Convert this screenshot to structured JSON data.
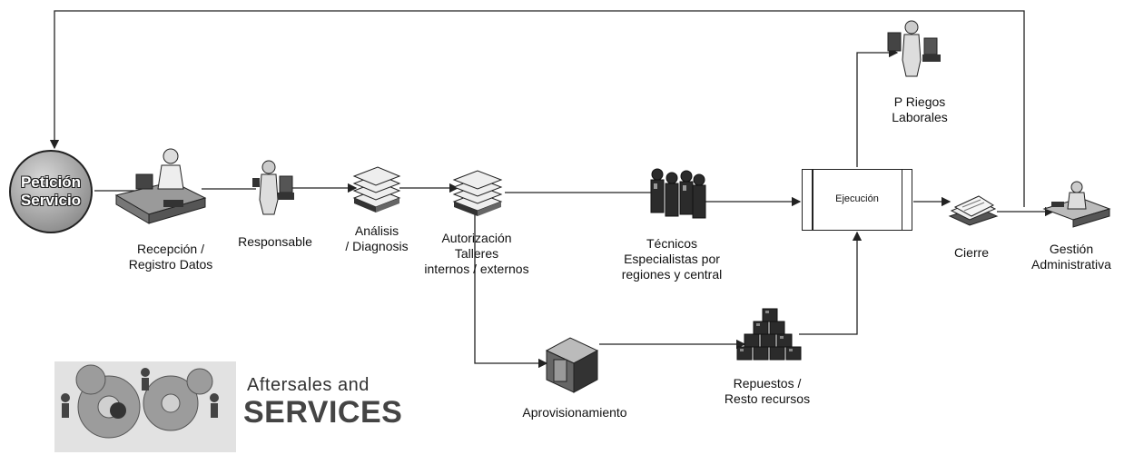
{
  "diagram": {
    "start": {
      "line1": "Petición",
      "line2": "Servicio"
    },
    "nodes": {
      "recepcion": "Recepción /\nRegistro Datos",
      "responsable": "Responsable",
      "analisis": "Análisis\n/ Diagnosis",
      "autorizacion": "Autorización\nTalleres\ninternos / externos",
      "tecnicos": "Técnicos\nEspecialistas por\nregiones y central",
      "ejecucion": "Ejecución",
      "riesgos": "P Riegos\nLaborales",
      "cierre": "Cierre",
      "gestion": "Gestión\nAdministrativa",
      "aprovisionamiento": "Aprovisionamiento",
      "repuestos": "Repuestos /\nResto recursos"
    }
  },
  "logo": {
    "line1": "Aftersales and",
    "line2": "SERVICES"
  },
  "colors": {
    "line": "#222222",
    "icon_dark": "#2b2b2b",
    "icon_mid": "#8c8c8c"
  }
}
